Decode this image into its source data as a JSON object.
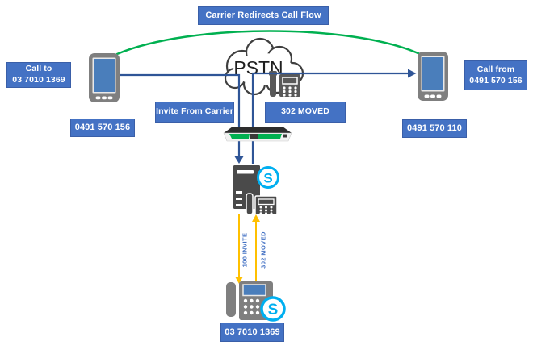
{
  "diagram": {
    "title": "Carrier Redirects Call Flow",
    "pstn": "PSTN",
    "caller": {
      "label_line1": "Call to",
      "label_line2": "03 7010 1369",
      "number": "0491 570 156"
    },
    "callee": {
      "label_line1": "Call from",
      "label_line2": "0491 570 156",
      "number": "0491 570 110"
    },
    "carrier": {
      "invite_box": "Invite From Carrier",
      "moved_box": "302 MOVED"
    },
    "sip_flows": {
      "invite": "100 INVITE",
      "moved": "302 MOVED"
    },
    "skype_phone": {
      "number": "03 7010 1369"
    },
    "icons": {
      "skype_glyph": "S",
      "pstn_cloud": "cloud-icon",
      "mobile_phones": "mobile-phone-icon",
      "carrier_phone": "desk-phone-icon",
      "sbc": "sbc-appliance-icon",
      "server": "server-tower-icon"
    },
    "colors": {
      "box_blue": "#4472C4",
      "box_border": "#3A5FA8",
      "arrow_navy": "#2F5597",
      "redirect_green": "#00B050",
      "sip_orange": "#FFC000",
      "skype_blue": "#00AFF0",
      "phone_screen_blue": "#4A7EBB",
      "device_gray": "#7F7F7F",
      "server_gray": "#4A4A4A"
    }
  }
}
